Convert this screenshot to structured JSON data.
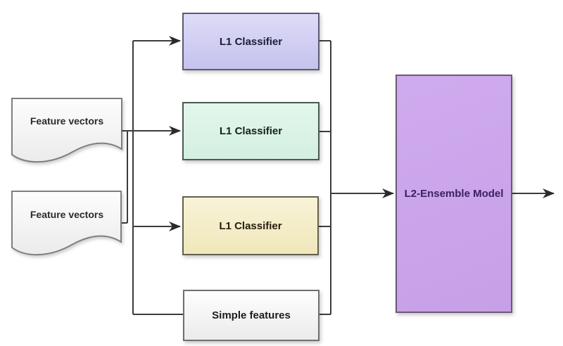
{
  "diagram": {
    "type": "flowchart",
    "background_color": "#ffffff",
    "connector_color": "#3c3c3c",
    "nodes": [
      {
        "id": "feature-vectors-1",
        "shape": "document",
        "label": "Feature vectors",
        "fill": "#f7f7f7",
        "border": "#7f7f7f",
        "text_color": "#2a2a2a"
      },
      {
        "id": "feature-vectors-2",
        "shape": "document",
        "label": "Feature vectors",
        "fill": "#f7f7f7",
        "border": "#7f7f7f",
        "text_color": "#2a2a2a"
      },
      {
        "id": "l1-classifier-1",
        "shape": "rectangle",
        "label": "L1 Classifier",
        "fill": "#cfccf0",
        "border": "#5b5b72",
        "text_color": "#1d1d35"
      },
      {
        "id": "l1-classifier-2",
        "shape": "rectangle",
        "label": "L1 Classifier",
        "fill": "#d9f3e5",
        "border": "#4c5a51",
        "text_color": "#13231a"
      },
      {
        "id": "l1-classifier-3",
        "shape": "rectangle",
        "label": "L1 Classifier",
        "fill": "#f5eec8",
        "border": "#63604d",
        "text_color": "#27200f"
      },
      {
        "id": "simple-features",
        "shape": "rectangle",
        "label": "Simple features",
        "fill": "#f4f4f4",
        "border": "#6f6f6f",
        "text_color": "#1c1c1c"
      },
      {
        "id": "l2-ensemble-model",
        "shape": "rectangle",
        "label": "L2-Ensemble Model",
        "fill": "#c9a4e9",
        "border": "#6a5a74",
        "text_color": "#3b2060"
      }
    ],
    "edges": [
      {
        "from": "feature-vectors-1",
        "to": "l1-classifier-1",
        "arrowhead": true
      },
      {
        "from": "feature-vectors-1",
        "to": "l1-classifier-2",
        "arrowhead": true
      },
      {
        "from": "feature-vectors-2",
        "to": "l1-classifier-3",
        "arrowhead": true
      },
      {
        "from": "feature-vectors-2",
        "to": "simple-features",
        "arrowhead": false
      },
      {
        "from": "l1-classifier-1",
        "to": "l2-ensemble-model",
        "arrowhead": true
      },
      {
        "from": "l1-classifier-2",
        "to": "l2-ensemble-model",
        "arrowhead": true
      },
      {
        "from": "l1-classifier-3",
        "to": "l2-ensemble-model",
        "arrowhead": true
      },
      {
        "from": "simple-features",
        "to": "l2-ensemble-model",
        "arrowhead": true
      },
      {
        "from": "l2-ensemble-model",
        "to": "output",
        "arrowhead": true
      }
    ]
  }
}
